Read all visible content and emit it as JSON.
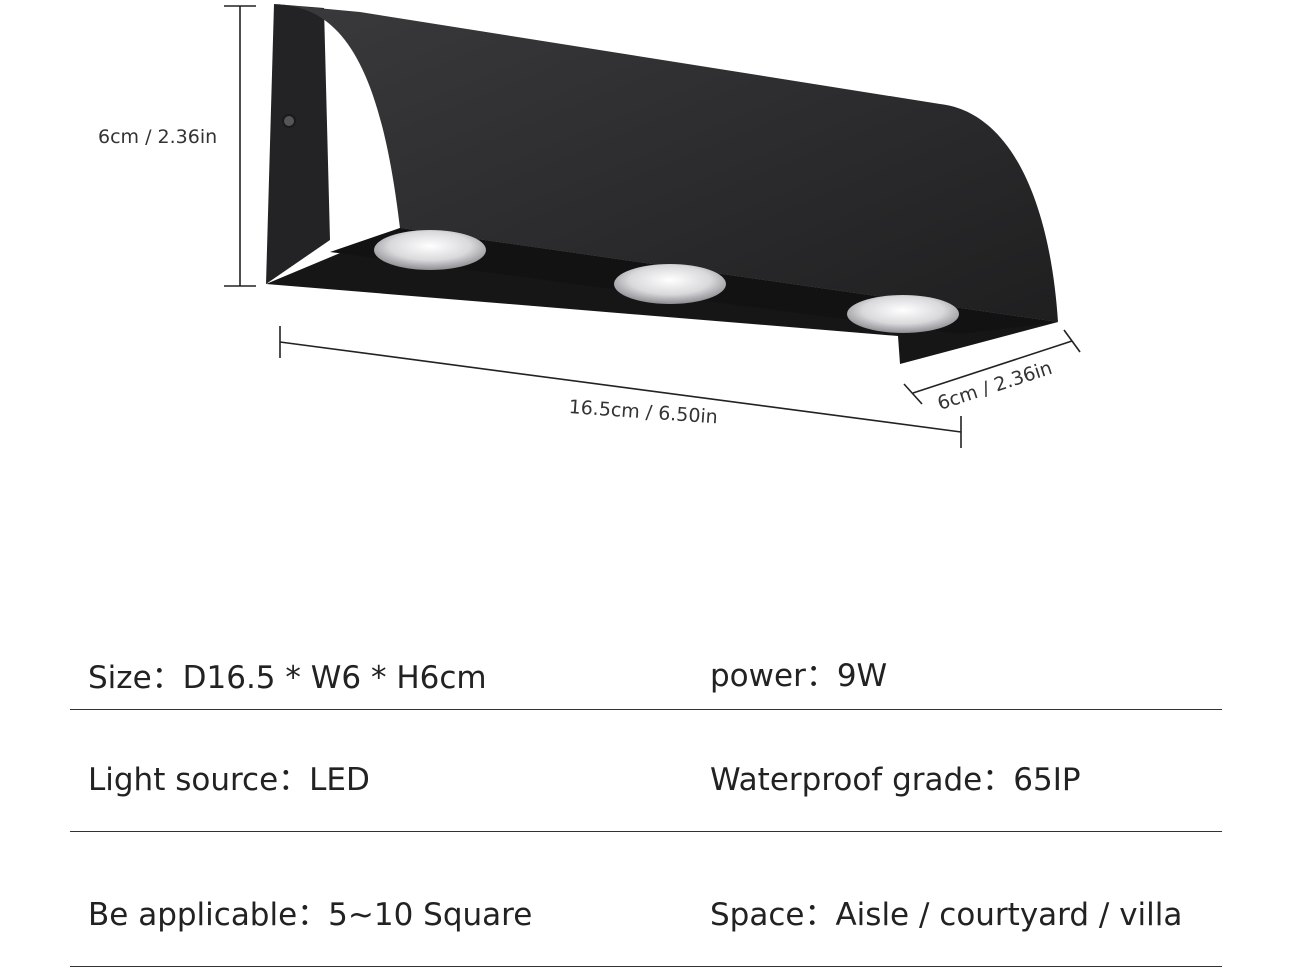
{
  "dimensions": {
    "height": "6cm / 2.36in",
    "length": "16.5cm / 6.50in",
    "depth": "6cm / 2.36in"
  },
  "specs": [
    {
      "left": "Size：D16.5 * W6 * H6cm",
      "right": "power：9W"
    },
    {
      "left": "Light source：LED",
      "right": "Waterproof grade：65IP"
    },
    {
      "left": "Be applicable：5~10 Square",
      "right": "Space：Aisle / courtyard / villa"
    }
  ],
  "colors": {
    "lamp_body": "#2c2c2e",
    "lamp_shadow": "#1a1a1b",
    "lens": "#e8e8ea",
    "rule": "#333333"
  }
}
